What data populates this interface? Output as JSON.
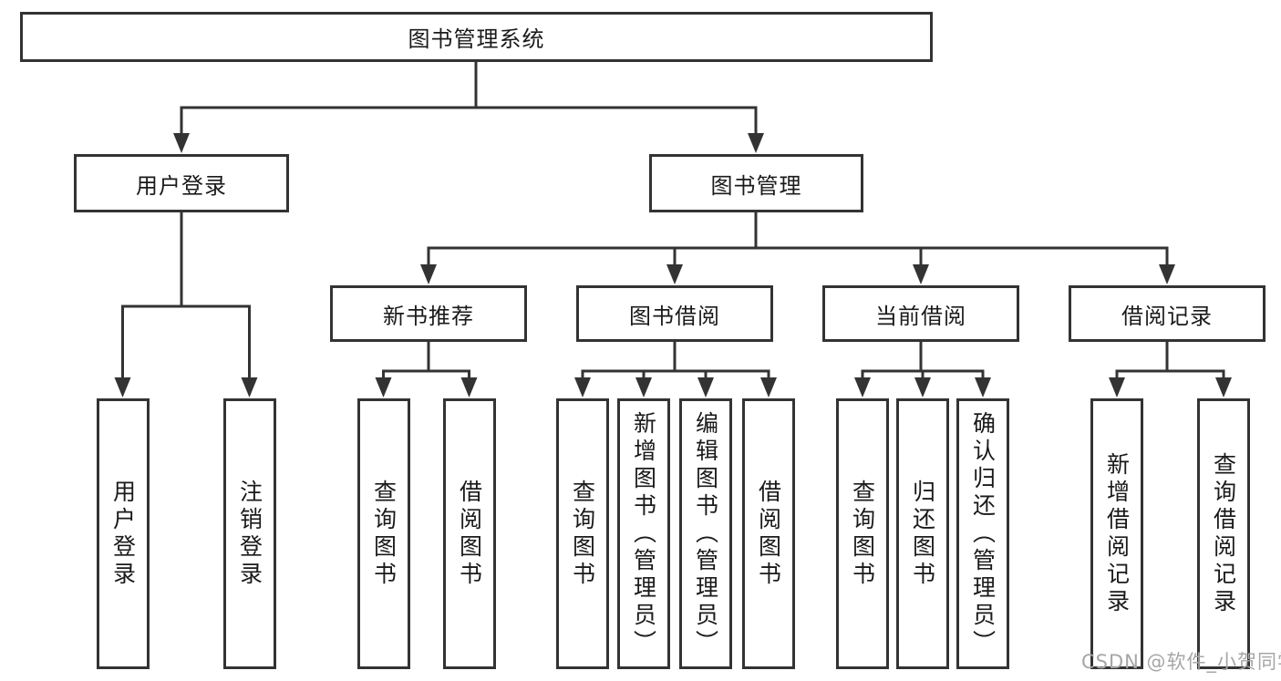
{
  "page": {
    "background": "#ffffff"
  },
  "colors": {
    "line": "#333333",
    "box_border": "#333333",
    "text": "#1a1a1a",
    "watermark": "#a6a6a6"
  },
  "tree": {
    "root": {
      "label": "图书管理系统"
    },
    "branches": [
      {
        "label": "用户登录",
        "leaves": [
          {
            "label": "用户登录"
          },
          {
            "label": "注销登录"
          }
        ]
      },
      {
        "label": "图书管理",
        "groups": [
          {
            "label": "新书推荐",
            "leaves": [
              {
                "label": "查询图书"
              },
              {
                "label": "借阅图书"
              }
            ]
          },
          {
            "label": "图书借阅",
            "leaves": [
              {
                "label": "查询图书"
              },
              {
                "label": "新增图书（管理员）"
              },
              {
                "label": "编辑图书（管理员）"
              },
              {
                "label": "借阅图书"
              }
            ]
          },
          {
            "label": "当前借阅",
            "leaves": [
              {
                "label": "查询图书"
              },
              {
                "label": "归还图书"
              },
              {
                "label": "确认归还（管理员）"
              }
            ]
          },
          {
            "label": "借阅记录",
            "leaves": [
              {
                "label": "新增借阅记录"
              },
              {
                "label": "查询借阅记录"
              }
            ]
          }
        ]
      }
    ]
  },
  "watermark": {
    "text": "CSDN @软件_小贺同学"
  }
}
